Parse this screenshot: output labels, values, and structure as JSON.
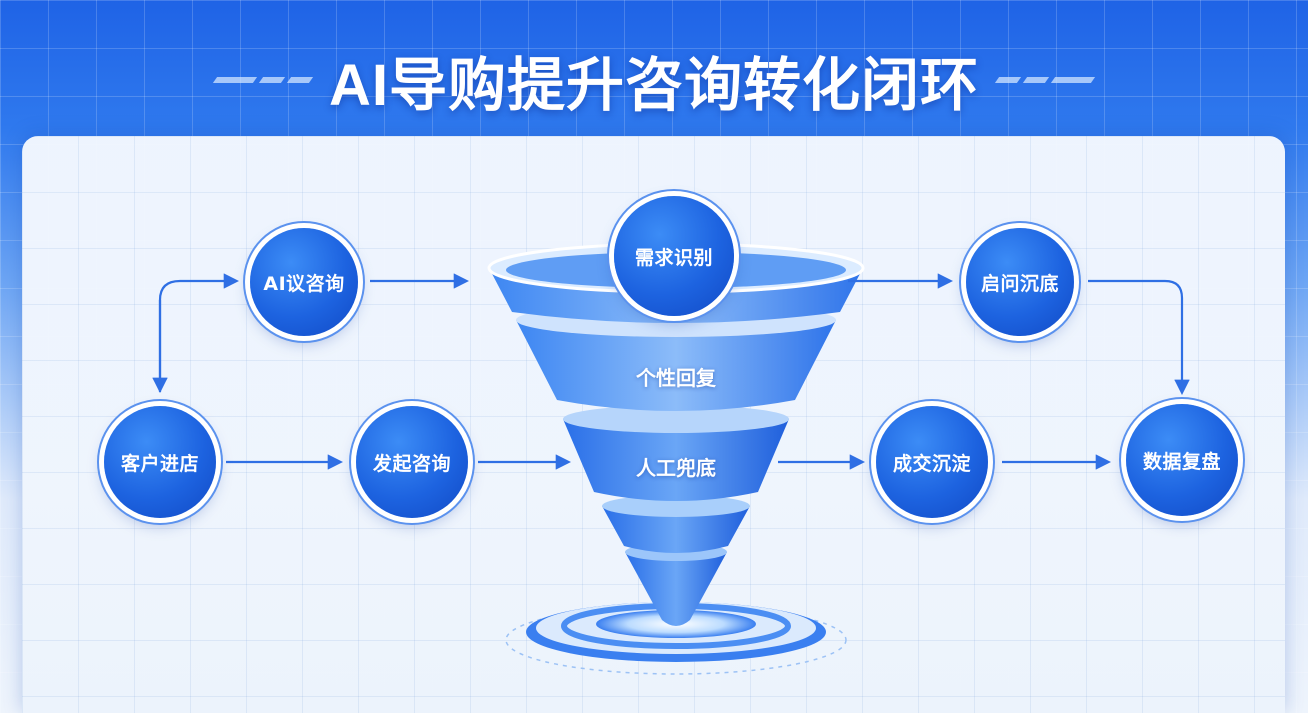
{
  "title": "AI导购提升咨询转化闭环",
  "nodes": {
    "customer_enter": "客户进店",
    "ai_consult": "AI议咨询",
    "start_consult": "发起咨询",
    "need_identify": "需求识别",
    "personal_reply": "个性回复",
    "human_fallback": "人工兜底",
    "question_sink": "启问沉底",
    "deal_sink": "成交沉淀",
    "data_review": "数据复盘"
  },
  "colors": {
    "primary": "#1d63e0",
    "accent": "#3a7ff0",
    "background_top": "#1f63e6",
    "panel": "#f3f7fd"
  }
}
